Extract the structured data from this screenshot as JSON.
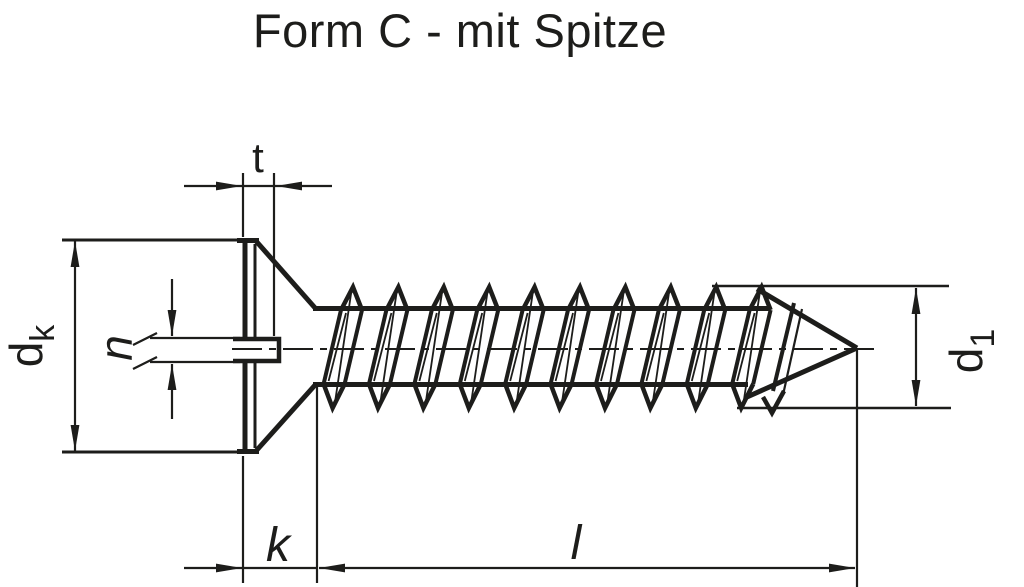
{
  "title": "Form C - mit Spitze",
  "colors": {
    "ink": "#1d1d1b",
    "background": "#ffffff"
  },
  "labels": {
    "slot_depth": "t",
    "head_diameter": {
      "base": "d",
      "sub": "k"
    },
    "slot_width": "n",
    "thread_diameter": {
      "base": "d",
      "sub": "1"
    },
    "head_height": "k",
    "length": "l"
  }
}
